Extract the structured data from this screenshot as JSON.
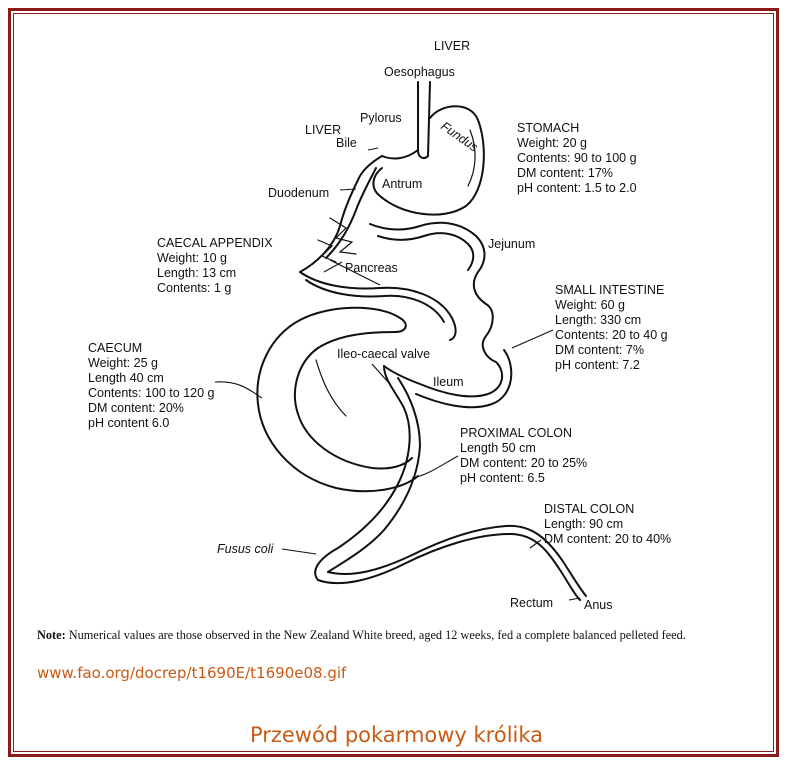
{
  "labels": {
    "liver_top": "LIVER",
    "oesophagus": "Oesophagus",
    "pylorus": "Pylorus",
    "liver_mid": "LIVER",
    "bile": "Bile",
    "fundus": "Fundus",
    "antrum": "Antrum",
    "duodenum": "Duodenum",
    "jejunum": "Jejunum",
    "pancreas": "Pancreas",
    "ileo_caecal_valve": "Ileo-caecal valve",
    "ileum": "Ileum",
    "fusus_coli": "Fusus coli",
    "rectum": "Rectum",
    "anus": "Anus"
  },
  "blocks": {
    "stomach": [
      "STOMACH",
      "Weight: 20 g",
      "Contents: 90 to 100 g",
      "DM content: 17%",
      "pH content: 1.5 to 2.0"
    ],
    "caecal_appendix": [
      "CAECAL APPENDIX",
      "Weight: 10 g",
      "Length: 13 cm",
      "Contents: 1 g"
    ],
    "small_intestine": [
      "SMALL INTESTINE",
      "Weight: 60 g",
      "Length: 330 cm",
      "Contents: 20 to 40 g",
      "DM content: 7%",
      "pH content: 7.2"
    ],
    "caecum": [
      "CAECUM",
      "Weight: 25 g",
      "Length 40 cm",
      "Contents: 100 to 120 g",
      "DM content: 20%",
      "pH content 6.0"
    ],
    "proximal_colon": [
      "PROXIMAL COLON",
      "Length 50 cm",
      "DM content: 20 to 25%",
      "pH content: 6.5"
    ],
    "distal_colon": [
      "DISTAL COLON",
      "Length: 90 cm",
      "DM content: 20 to 40%"
    ]
  },
  "note": {
    "prefix": "Note:",
    "text": "Numerical values are those observed in the New Zealand White breed, aged 12 weeks, fed a complete balanced pelleted feed."
  },
  "source_url": "www.fao.org/docrep/t1690E/t1690e08.gif",
  "caption": "Przewód pokarmowy królika",
  "colors": {
    "frame": "#8b1a1a",
    "accent_text": "#c85a14",
    "ink": "#111111"
  }
}
